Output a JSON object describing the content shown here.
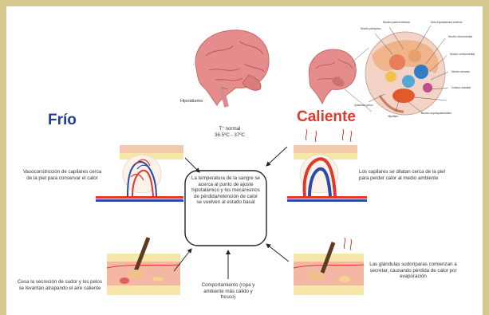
{
  "colors": {
    "frame": "#d6c88f",
    "cold": "#1f3d99",
    "hot": "#e0392b",
    "artery": "#e0392b",
    "vein": "#2a4aa8",
    "brain": "#e58c8c",
    "skin": "#f3c8ad",
    "fat": "#f6e7a8"
  },
  "titles": {
    "cold": "Frío",
    "hot": "Caliente"
  },
  "brain_left": {
    "label": "Hipotálamo"
  },
  "brain_right": {
    "callouts": [
      "Núcleo preóptico",
      "Núcleo paraventricular",
      "Área hipotalámica anterior",
      "Núcleo dorsomedial",
      "Núcleo ventromedial",
      "Núcleo arcuato",
      "Cuerpo mamilar",
      "Quiasma óptico",
      "Núcleo supraquiasmático",
      "Hipófisis"
    ]
  },
  "normal_temp": {
    "line1": "T° normal",
    "line2": "36.5ºC - 37ºC"
  },
  "center_box": {
    "text": "La temperatura de la sangre se acerca al punto de ajuste hipotalámico y los mecanismos de pérdida/retención de calor se vuelven al estado basal"
  },
  "cold_vessels": {
    "text": "Vasoconstricción de capilares cerca de la piel para conservar el calor"
  },
  "cold_skin": {
    "text": "Cesa la secreción de sudor y los pelos se levantan atrapando el aire caliente"
  },
  "hot_vessels": {
    "text": "Los capilares se dilatan cerca de la piel para perder calor al medio ambiente"
  },
  "hot_skin": {
    "text": "Las glándulas sudoríparas comienzan a secretar, causando pérdida de calor por evaporación"
  },
  "behavior": {
    "text": "Comportamiento (ropa y ambiente más cálido y fresco)"
  }
}
